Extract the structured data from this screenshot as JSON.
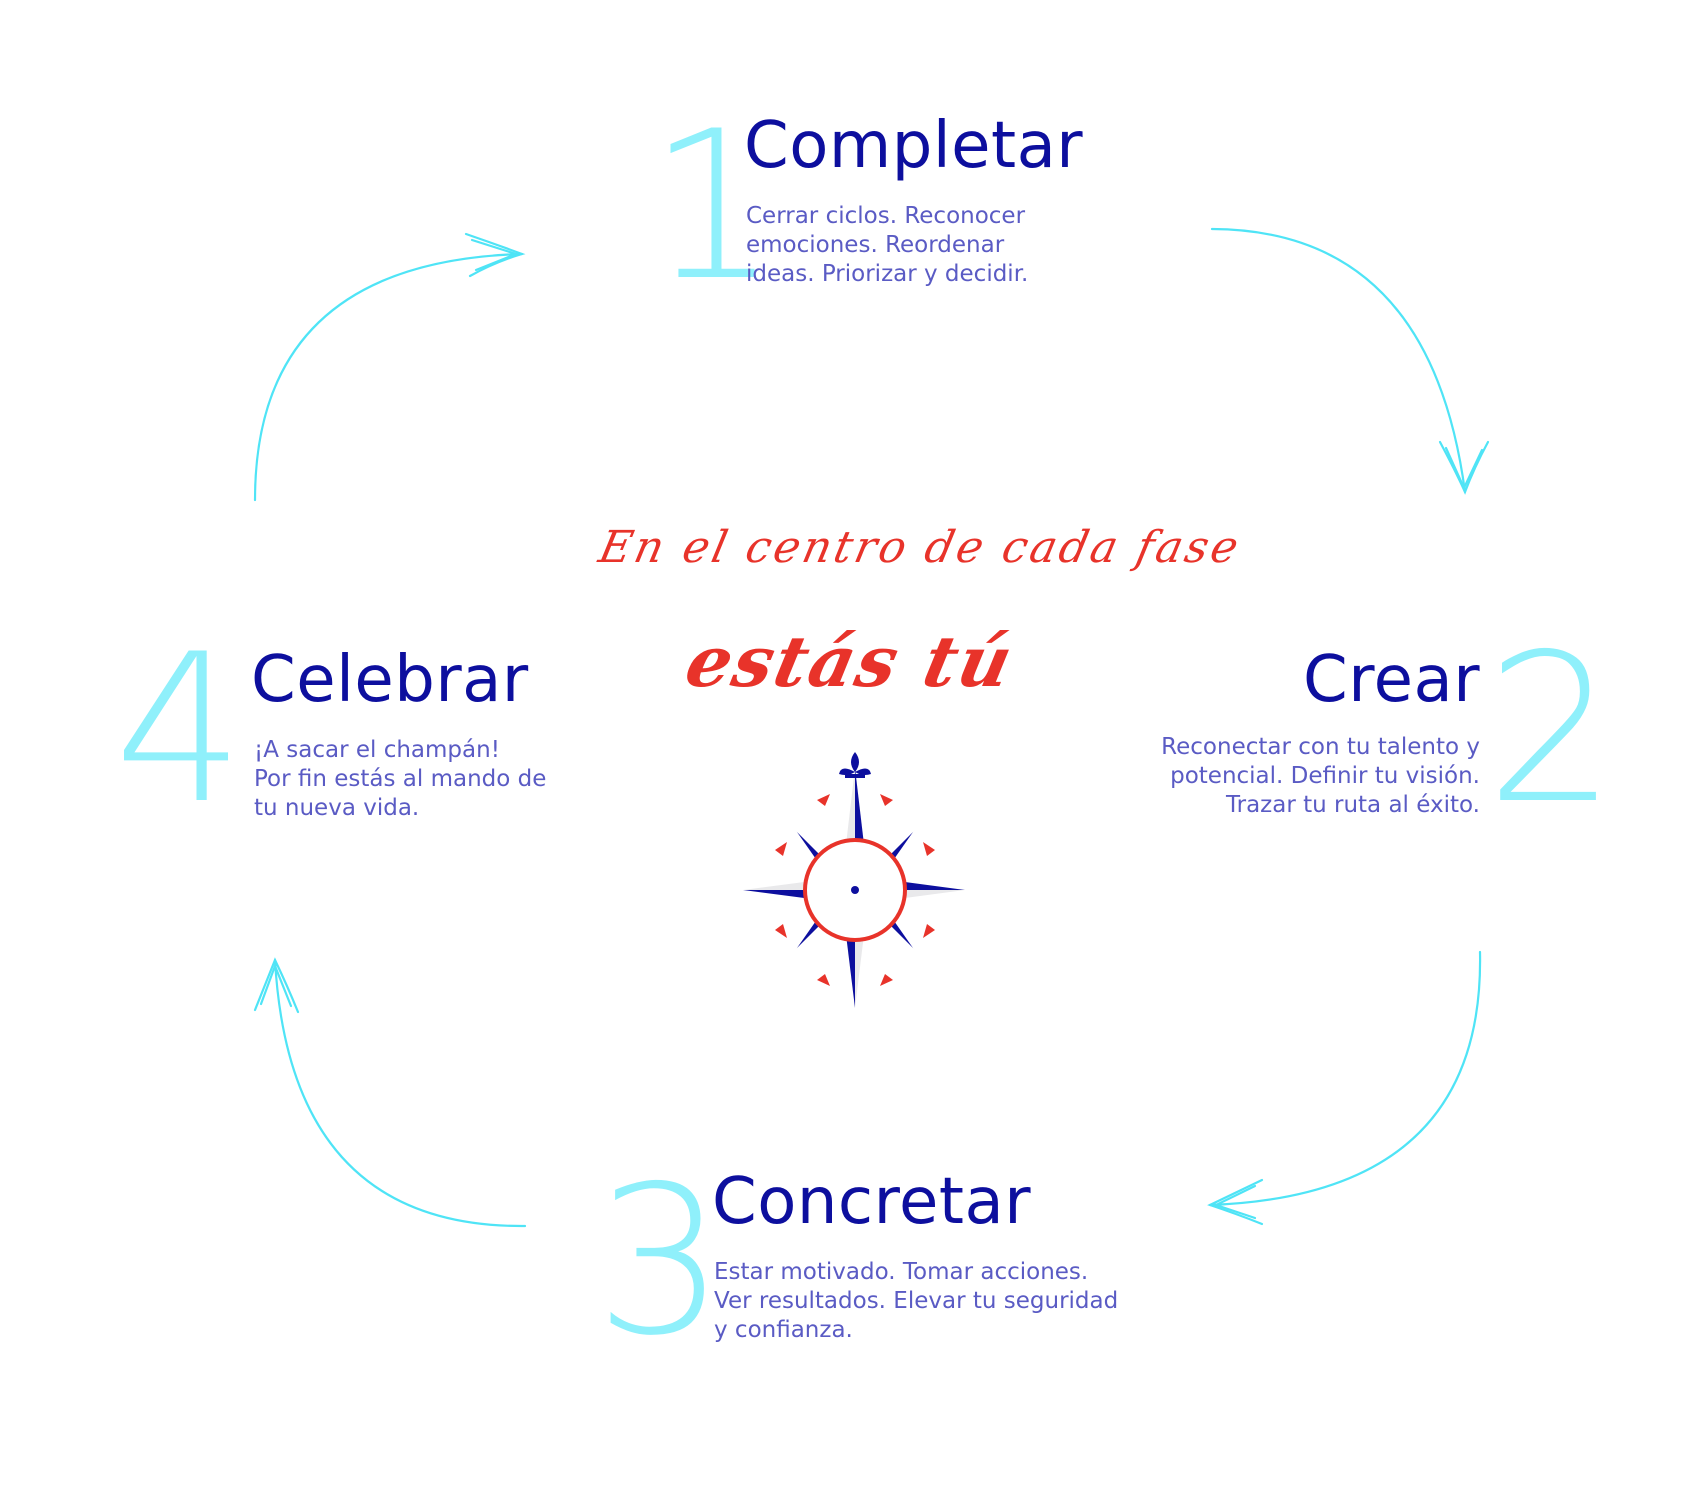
{
  "phases": [
    {
      "number": "1",
      "title": "Completar",
      "description": [
        "Cerrar ciclos. Reconocer",
        "emociones. Reordenar",
        "ideas. Priorizar y decidir."
      ]
    },
    {
      "number": "2",
      "title": "Crear",
      "description": [
        "Reconectar con tu talento y",
        "potencial. Definir tu visión.",
        "Trazar tu ruta al éxito."
      ]
    },
    {
      "number": "3",
      "title": "Concretar",
      "description": [
        "Estar motivado. Tomar acciones.",
        "Ver resultados. Elevar tu seguridad",
        "y confianza."
      ]
    },
    {
      "number": "4",
      "title": "Celebrar",
      "description": [
        "¡A sacar el champán!",
        "Por fin estás al mando de",
        "tu nueva vida."
      ]
    }
  ],
  "center": {
    "line1": "En el centro de cada fase",
    "line2": "estás tú"
  },
  "colors": {
    "number": "#8ff0fb",
    "title": "#0d0f9e",
    "description": "#5a5bc4",
    "arrow": "#4fe4f6",
    "script": "#e8332a",
    "compass_navy": "#0d0f9e",
    "compass_red": "#e8332a",
    "compass_gray": "#e9e9eb"
  },
  "icons": {
    "center": "compass-rose-icon",
    "arrows": "cycle-arrow-icon"
  }
}
